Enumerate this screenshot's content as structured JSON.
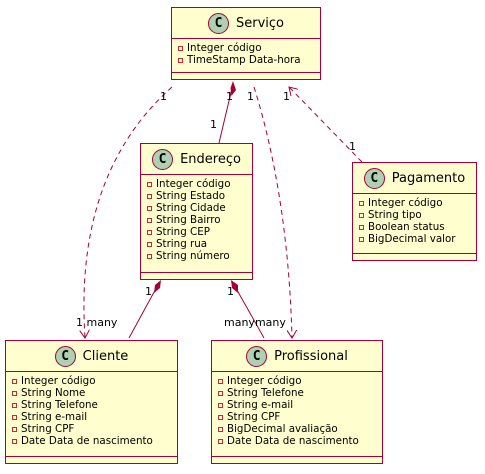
{
  "classes": {
    "servico": {
      "name": "Serviço",
      "stereotype": "C",
      "attributes": [
        "Integer código",
        "TimeStamp Data-hora"
      ]
    },
    "endereco": {
      "name": "Endereço",
      "stereotype": "C",
      "attributes": [
        "Integer código",
        "String Estado",
        "String Cidade",
        "String Bairro",
        "String CEP",
        "String rua",
        "String número"
      ]
    },
    "pagamento": {
      "name": "Pagamento",
      "stereotype": "C",
      "attributes": [
        "Integer código",
        "String tipo",
        "Boolean status",
        "BigDecimal valor"
      ]
    },
    "cliente": {
      "name": "Cliente",
      "stereotype": "C",
      "attributes": [
        "Integer código",
        "String Nome",
        "String Telefone",
        "String e-mail",
        "String CPF",
        "Date Data de nascimento"
      ]
    },
    "profissional": {
      "name": "Profissional",
      "stereotype": "C",
      "attributes": [
        "Integer código",
        "String Telefone",
        "String e-mail",
        "String CPF",
        "BigDecimal avaliação",
        "Date Data de nascimento"
      ]
    }
  },
  "relationships": [
    {
      "from": "servico",
      "to": "endereco",
      "type": "composition",
      "from_mult": "1",
      "to_mult": "1"
    },
    {
      "from": "servico",
      "to": "cliente",
      "type": "dependency",
      "from_mult": "1",
      "to_mult": ""
    },
    {
      "from": "servico",
      "to": "profissional",
      "type": "dependency",
      "from_mult": "1",
      "to_mult": ""
    },
    {
      "from": "pagamento",
      "to": "servico",
      "type": "dependency",
      "from_mult": "1",
      "to_mult": "1"
    },
    {
      "from": "endereco",
      "to": "cliente",
      "type": "composition",
      "from_mult": "1",
      "to_mult": "many"
    },
    {
      "from": "endereco",
      "to": "profissional",
      "type": "composition",
      "from_mult": "1",
      "to_mult": "many"
    }
  ],
  "labels": {
    "servico_endereco_top": "1",
    "servico_endereco_bottom": "1",
    "servico_cliente": "1",
    "servico_profissional": "1",
    "servico_pagamento": "1",
    "pagamento_servico": "1",
    "endereco_cliente_top": "1",
    "endereco_cliente_bottom": "1 many",
    "endereco_profissional_top": "1",
    "endereco_profissional_bottom": "manymany"
  },
  "colors": {
    "class_fill": "#FEFECE",
    "class_border": "#A80036",
    "badge_fill": "#ADD1B2",
    "attribute_marker": "#C82930"
  }
}
